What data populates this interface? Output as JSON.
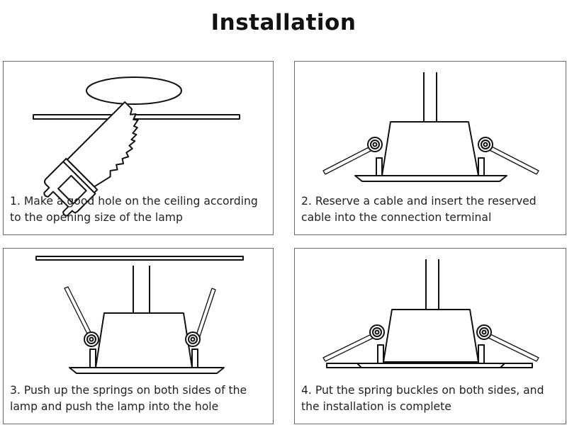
{
  "title": "Installation",
  "steps": [
    {
      "caption_line1": "1. Make a good hole on the ceiling according",
      "caption_line2": "to the opening size of the lamp"
    },
    {
      "caption_line1": "2. Reserve a cable and insert the reserved",
      "caption_line2": "cable into the connection terminal"
    },
    {
      "caption_line1": "3. Push up the springs on both sides of the",
      "caption_line2": "lamp and push the lamp into the hole"
    },
    {
      "caption_line1": "4. Put the spring buckles on both sides, and",
      "caption_line2": "the installation is complete"
    }
  ]
}
